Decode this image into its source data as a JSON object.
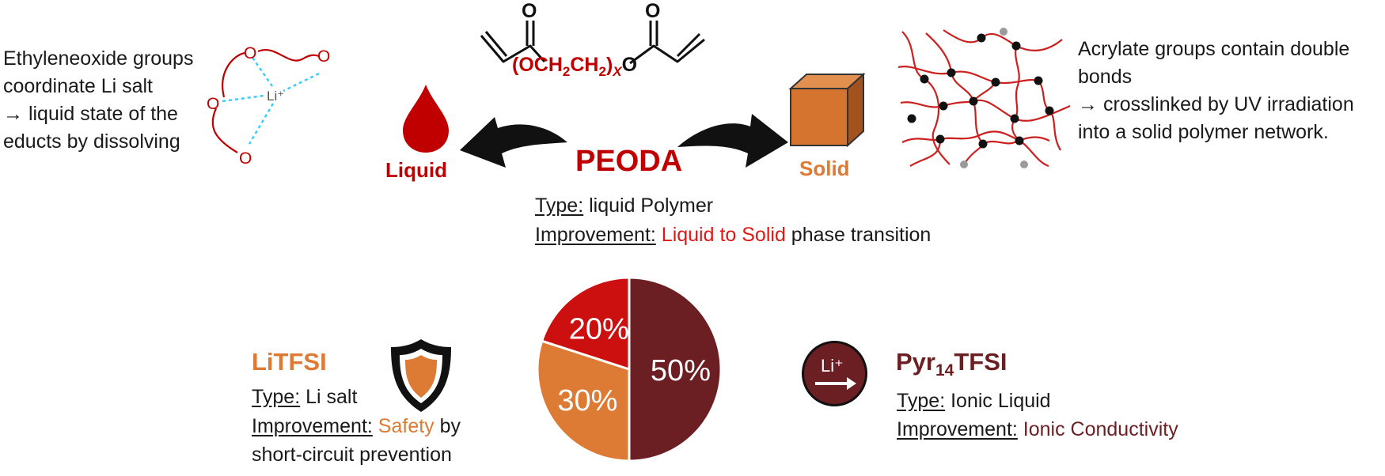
{
  "left_text": {
    "line1": "Ethyleneoxide groups",
    "line2": "coordinate Li salt",
    "line3": "→ liquid state of the",
    "line4": "educts by dissolving"
  },
  "right_text": {
    "line1": "Acrylate groups contain double",
    "line2": "bonds",
    "line3": "→ crosslinked by UV irradiation",
    "line4": "into a solid polymer network."
  },
  "coordination": {
    "o_label": "O",
    "li_label": "Li⁺"
  },
  "structure": {
    "carbonyl_o": "O",
    "chain_open": "(OCH",
    "sub_2": "2",
    "ch": "CH",
    "chain_close": ")",
    "sub_x": "X",
    "ester_o": "O"
  },
  "liquid_label": "Liquid",
  "solid_label": "Solid",
  "peoda": {
    "title": "PEODA",
    "type_label": "Type:",
    "type_value": " liquid Polymer",
    "improvement_label": "Improvement:",
    "improvement_highlight": " Liquid to Solid",
    "improvement_rest": " phase transition"
  },
  "litfsi": {
    "title": "LiTFSI",
    "type_label": "Type:",
    "type_value": " Li salt",
    "improvement_label": "Improvement:",
    "improvement_highlight": " Safety",
    "improvement_rest": " by",
    "improvement_line2": "short-circuit prevention"
  },
  "pyr": {
    "title_main": "Pyr",
    "title_sub": "14",
    "title_end": "TFSI",
    "type_label": "Type:",
    "type_value": " Ionic Liquid",
    "improvement_label": "Improvement:",
    "improvement_highlight": " Ionic Conductivity",
    "icon_text": "Li⁺"
  },
  "colors": {
    "red": "#c00000",
    "bright_red": "#e01818",
    "orange": "#dd7a33",
    "dark_red": "#6b1f23",
    "cyan": "#33ccff"
  },
  "chart_data": {
    "type": "pie",
    "categories": [
      "PEODA",
      "LiTFSI",
      "Pyr14TFSI"
    ],
    "values": [
      20,
      30,
      50
    ],
    "labels": [
      "20%",
      "30%",
      "50%"
    ],
    "colors": [
      "#cc1010",
      "#dd7a33",
      "#6b1f23"
    ]
  }
}
